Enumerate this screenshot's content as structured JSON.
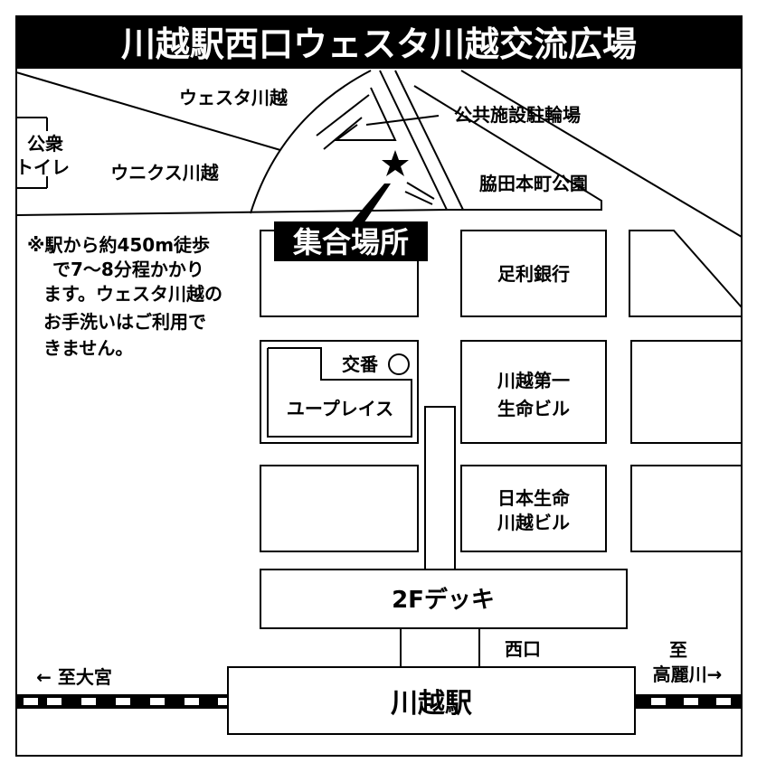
{
  "title": "川越駅西口ウェスタ川越交流広場",
  "meeting_point": "集合場所",
  "note_lines": [
    "※駅から約450m徒歩",
    "で7～8分程かかり",
    "ます。ウェスタ川越の",
    "お手洗いはご利用で",
    "きません。"
  ],
  "labels": {
    "westa": "ウェスタ川越",
    "unicus": "ウニクス川越",
    "toilet_1": "公衆",
    "toilet_2": "トイレ",
    "bike_parking": "公共施設駐輪場",
    "park": "脇田本町公園",
    "bank": "足利銀行",
    "koban": "交番",
    "uplace": "ユープレイス",
    "dai_ichi_1": "川越第一",
    "dai_ichi_2": "生命ビル",
    "nihon_1": "日本生命",
    "nihon_2": "川越ビル",
    "deck": "2Fデッキ",
    "west_exit": "西口",
    "station": "川越駅",
    "to_omiya": "← 至大宮",
    "to_komagawa_1": "至",
    "to_komagawa_2": "高麗川→"
  },
  "icons": {
    "meeting": "star-icon",
    "koban": "circle-icon"
  }
}
